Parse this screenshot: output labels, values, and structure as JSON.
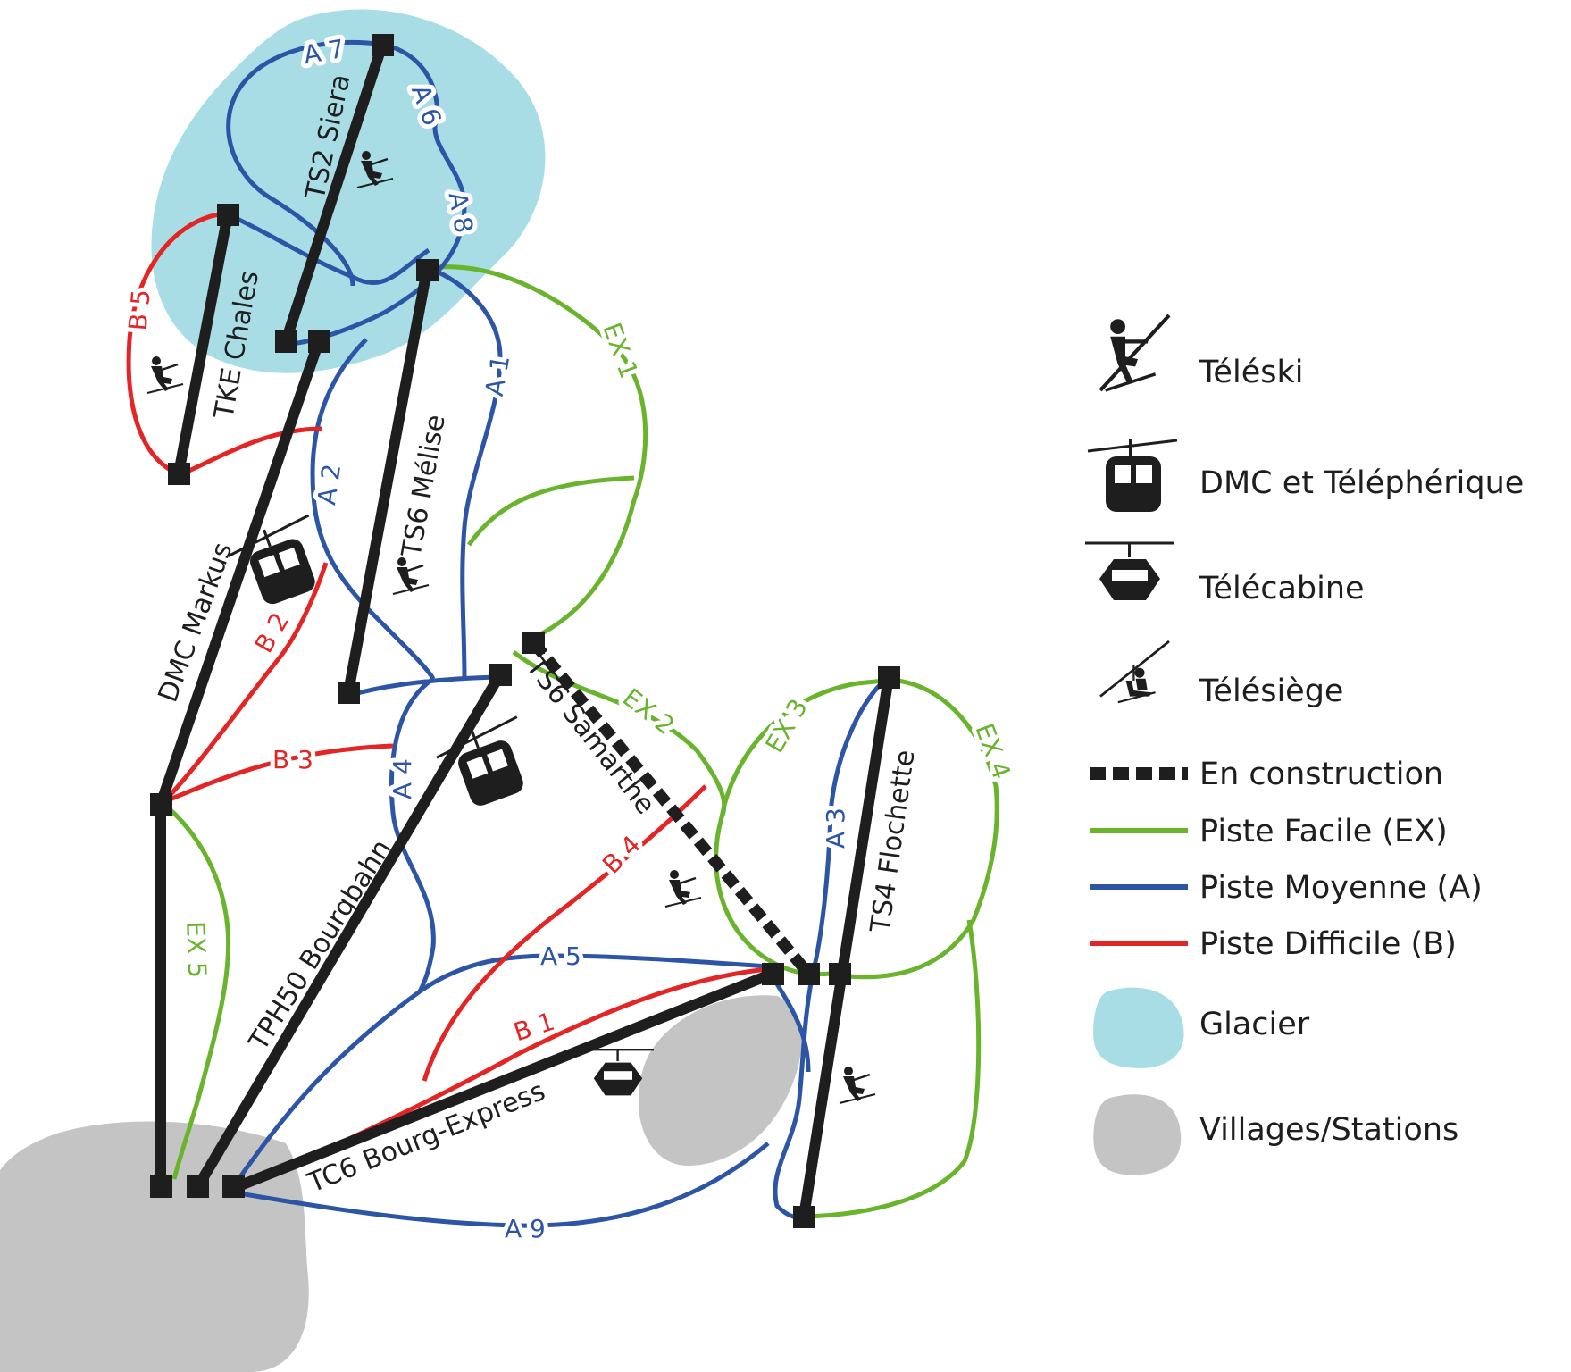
{
  "colors": {
    "easy": "#6ab42d",
    "medium": "#2d55a5",
    "hard": "#e42525",
    "lift": "#1e1e1e",
    "glacier": "#a8dde6",
    "village": "#c4c4c4"
  },
  "pistes": {
    "A7": "A 7",
    "A6": "A 6",
    "A8": "A 8",
    "A1": "A 1",
    "A2": "A 2",
    "A4": "A 4",
    "A5": "A 5",
    "A3": "A 3",
    "A9": "A 9",
    "B5": "B 5",
    "B2": "B 2",
    "B3": "B 3",
    "B4": "B 4",
    "B1": "B 1",
    "EX1": "EX 1",
    "EX2": "EX 2",
    "EX3": "EX 3",
    "EX4": "EX 4",
    "EX5": "EX 5"
  },
  "lifts": {
    "ts2": "TS2 Siera",
    "tke": "TKE Chales",
    "ts6m": "TS6 Mélise",
    "dmc": "DMC Markus",
    "ts6s": "TS6 Samarthe",
    "tph": "TPH50 Bourgbahn",
    "tc6": "TC6 Bourg-Express",
    "ts4": "TS4 Flochette"
  },
  "legend": {
    "teleski": "Téléski",
    "dmc": "DMC et Téléphérique",
    "telecabine": "Télécabine",
    "telesiege": "Télésiège",
    "construction": "En construction",
    "easy": "Piste Facile (EX)",
    "medium": "Piste Moyenne (A)",
    "hard": "Piste Difficile (B)",
    "glacier": "Glacier",
    "villages": "Villages/Stations"
  },
  "icons": [
    "teleski-icon",
    "cable-car-icon",
    "gondola-icon",
    "chairlift-icon"
  ]
}
